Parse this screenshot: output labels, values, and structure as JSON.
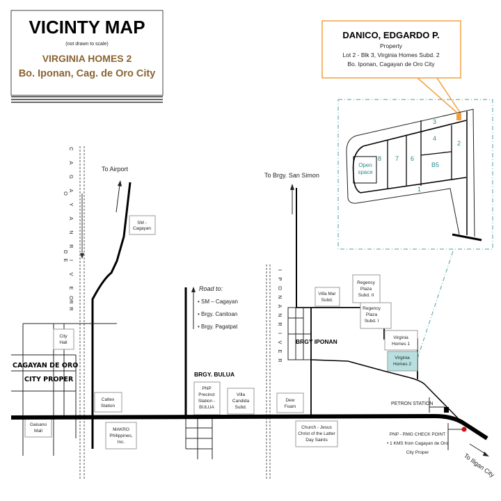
{
  "title_box": {
    "title": "VICINTY MAP",
    "subtitle": "(not drawn to scale)",
    "project": "VIRGINIA HOMES 2",
    "location": "Bo. Iponan, Cag. de Oro City"
  },
  "owner_callout": {
    "name": "DANICO, EDGARDO P.",
    "line1": "Property",
    "line2": "Lot 2 - Blk 3, Virginia Homes Subd. 2",
    "line3": "Bo. Iponan, Cagayan de Oro City"
  },
  "inset": {
    "lots": [
      "1",
      "2",
      "3",
      "4",
      "B5",
      "6",
      "7",
      "8"
    ],
    "open_space": [
      "Open",
      "space"
    ]
  },
  "rivers": {
    "cagayan_col1": [
      "C",
      "A",
      "G",
      "A",
      "Y",
      "A",
      "N",
      "R",
      "I",
      "V",
      "E",
      "R"
    ],
    "cagayan_col2": [
      "O",
      "D",
      "E"
    ],
    "cagayan_col3": [
      "O",
      "R"
    ],
    "iponan": [
      "I",
      "P",
      "O",
      "N",
      "A",
      "N",
      "R",
      "I",
      "V",
      "E",
      "R"
    ]
  },
  "directions": {
    "airport": "To Airport",
    "san_simon": "To Brgy. San Simon",
    "iligan": "To Iligan City",
    "road_to": "Road to:",
    "road_to_items": [
      "• SM – Cagayan",
      "• Brgy. Canitoan",
      "• Brgy. Pagatpat"
    ]
  },
  "areas": {
    "city_proper": [
      "CAGAYAN DE ORO",
      "CITY PROPER"
    ],
    "bulua": "BRGY. BULUA",
    "iponan": "BRGY IPONAN"
  },
  "landmarks": {
    "sm": [
      "SM -",
      "Cagayan"
    ],
    "city_hall": [
      "City",
      "Hall"
    ],
    "caltex": [
      "Caltex",
      "Station"
    ],
    "gaisano": [
      "Gaisano",
      "Mall"
    ],
    "makro": [
      "MAKRO",
      "Philippines,",
      "Inc."
    ],
    "pnp_bulua": [
      "PNP",
      "Precinct",
      "Station -",
      "BULUA"
    ],
    "villa_candida": [
      "Villa",
      "Candida",
      "Subd."
    ],
    "dew_foam": [
      "Dew",
      "Foam"
    ],
    "church": [
      "Church - Jesus",
      "Christ of the Latter",
      "Day Saints"
    ],
    "villa_mar": [
      "Villa Mar",
      "Subd."
    ],
    "regency2": [
      "Regency",
      "Plaza",
      "Subd. II"
    ],
    "regency1": [
      "Regency",
      "Plaza",
      "Subd. I"
    ],
    "vh1": [
      "Virginia",
      "Homes 1"
    ],
    "vh2": [
      "Virginia",
      "Homes 2"
    ],
    "petron": "PETRON STATION",
    "checkpoint": [
      "PNP - RMG CHECK POINT",
      "• 1 KMS from Cagayan de Oro",
      "City Proper"
    ]
  },
  "colors": {
    "title_brown": "#8a6330",
    "callout_border": "#f0a040",
    "lot_marker": "#f0a040",
    "vh2_fill": "#b9e0e0",
    "inset_border": "#4aa0a0",
    "checkpoint_dot": "#cc1111"
  }
}
